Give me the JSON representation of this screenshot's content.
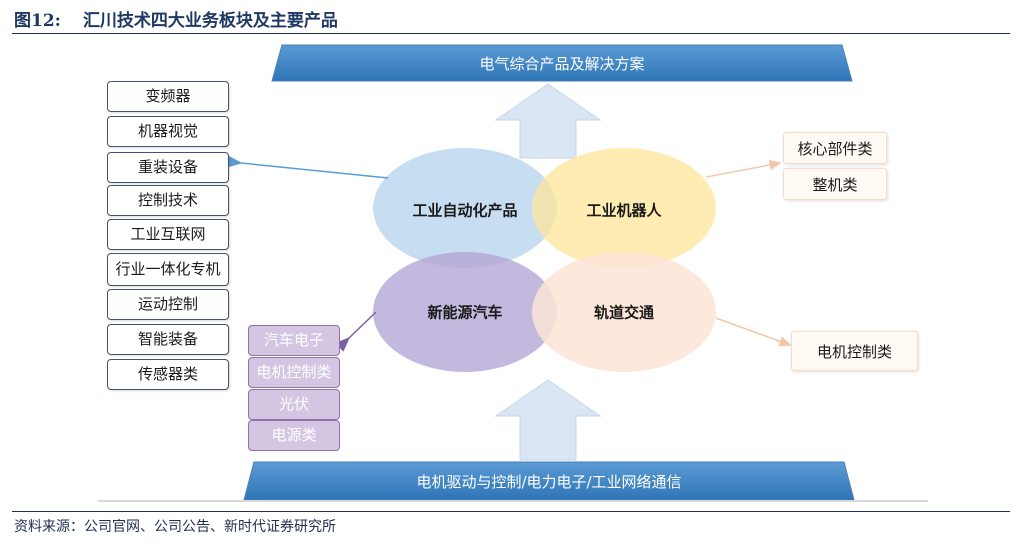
{
  "figure": {
    "number": "图12:",
    "title": "汇川技术四大业务板块及主要产品"
  },
  "top_banner": "电气综合产品及解决方案",
  "bottom_banner": "电机驱动与控制/电力电子/工业网络通信",
  "circles": {
    "automation": "工业自动化产品",
    "robot": "工业机器人",
    "ev": "新能源汽车",
    "rail": "轨道交通"
  },
  "automation_products": [
    "变频器",
    "机器视觉",
    "重装设备",
    "控制技术",
    "工业互联网",
    "行业一体化专机",
    "运动控制",
    "智能装备",
    "传感器类"
  ],
  "ev_products": [
    "汽车电子",
    "电机控制类",
    "光伏",
    "电源类"
  ],
  "robot_products": [
    "核心部件类",
    "整机类"
  ],
  "rail_products": [
    "电机控制类"
  ],
  "source": "资料来源：公司官网、公司公告、新时代证券研究所",
  "colors": {
    "banner": "#2e75b6",
    "automation": "#bdd7ee",
    "robot": "#ffe699",
    "ev": "#b4a7d6",
    "rail": "#fbe5d6",
    "arrow": "#dae6f3"
  }
}
